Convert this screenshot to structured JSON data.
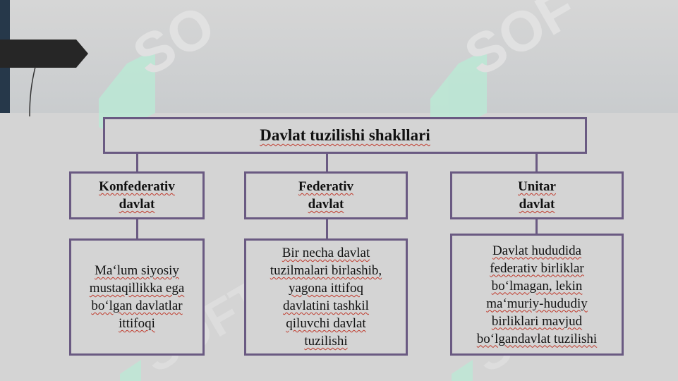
{
  "diagram": {
    "title": "Davlat tuzilishi shakllari",
    "types": [
      {
        "label": "Konfederativ\ndavlat",
        "description": "Ma‘lum siyosiy\nmustaqillikka ega\nbo‘lgan davlatlar\nittifoqi"
      },
      {
        "label": "Federativ\ndavlat",
        "description": "Bir necha davlat\ntuzilmalari birlashib,\nyagona ittifoq\ndavlatini tashkil\nqiluvchi davlat\ntuzilishi"
      },
      {
        "label": "Unitar\ndavlat",
        "description": "Davlat hududida\nfederativ birliklar\nbo‘lmagan, lekin\nma‘muriy-hududiy\nbirliklari mavjud\nbo‘lgandavlat tuzilishi"
      }
    ]
  },
  "watermark": {
    "text": "SOFT"
  },
  "colors": {
    "border": "#6a5a82",
    "background": "#d4d4d4",
    "accent_bar": "#26384a",
    "watermark": "#b9ecd6"
  }
}
